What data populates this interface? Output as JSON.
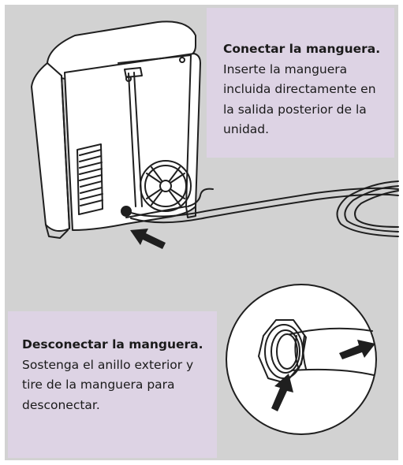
{
  "connect": {
    "title": "Conectar la manguera.",
    "body": "Inserte la manguera incluida directamente en la salida posterior de la unidad."
  },
  "disconnect": {
    "title": "Desconectar la manguera.",
    "body": "Sostenga el anillo exterior y tire de la manguera para desconectar."
  },
  "colors": {
    "panel_background": "#d2d2d2",
    "callout_background": "#ddd3e4",
    "line": "#1f1f1f"
  }
}
